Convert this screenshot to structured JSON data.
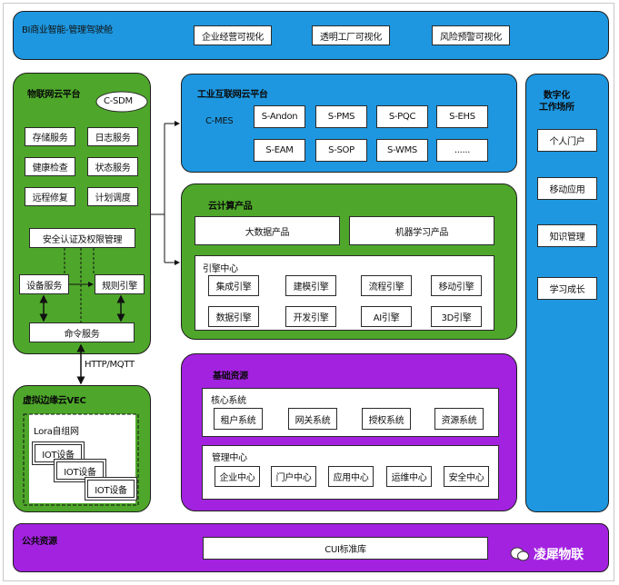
{
  "bi": {
    "title": "BI商业智能-管理驾驶舱",
    "items": [
      "企业经营可视化",
      "透明工厂可视化",
      "风险预警可视化"
    ]
  },
  "iot_platform": {
    "title": "物联网云平台",
    "cloud_label": "C-SDM",
    "services": [
      "存储服务",
      "日志服务",
      "健康检查",
      "状态服务",
      "远程修复",
      "计划调度"
    ],
    "security": "安全认证及权限管理",
    "device_service": "设备服务",
    "rule_engine": "规则引擎",
    "command_service": "命令服务"
  },
  "protocol_label": "HTTP/MQTT",
  "vec": {
    "title": "虚拟边缘云VEC",
    "lora_label": "Lora自组网",
    "devices": [
      "IOT设备",
      "IOT设备",
      "IOT设备"
    ]
  },
  "industrial": {
    "title": "工业互联网云平台",
    "cloud_label": "C-MES",
    "modules": [
      "S-Andon",
      "S-PMS",
      "S-PQC",
      "S-EHS",
      "S-EAM",
      "S-SOP",
      "S-WMS",
      "......"
    ]
  },
  "cloud_products": {
    "title": "云计算产品",
    "products": [
      "大数据产品",
      "机器学习产品"
    ],
    "engine_center": {
      "title": "引擎中心",
      "engines": [
        "集成引擎",
        "建模引擎",
        "流程引擎",
        "移动引擎",
        "数据引擎",
        "开发引擎",
        "AI引擎",
        "3D引擎"
      ]
    }
  },
  "base_resources": {
    "title": "基础资源",
    "core": {
      "title": "核心系统",
      "items": [
        "租户系统",
        "网关系统",
        "授权系统",
        "资源系统"
      ]
    },
    "mgmt": {
      "title": "管理中心",
      "items": [
        "企业中心",
        "门户中心",
        "应用中心",
        "运维中心",
        "安全中心"
      ]
    }
  },
  "workplace": {
    "title": "数字化\n工作场所",
    "items": [
      "个人门户",
      "移动应用",
      "知识管理",
      "学习成长"
    ]
  },
  "public": {
    "title": "公共资源",
    "library": "CUI标准库"
  },
  "watermark": "凌犀物联"
}
